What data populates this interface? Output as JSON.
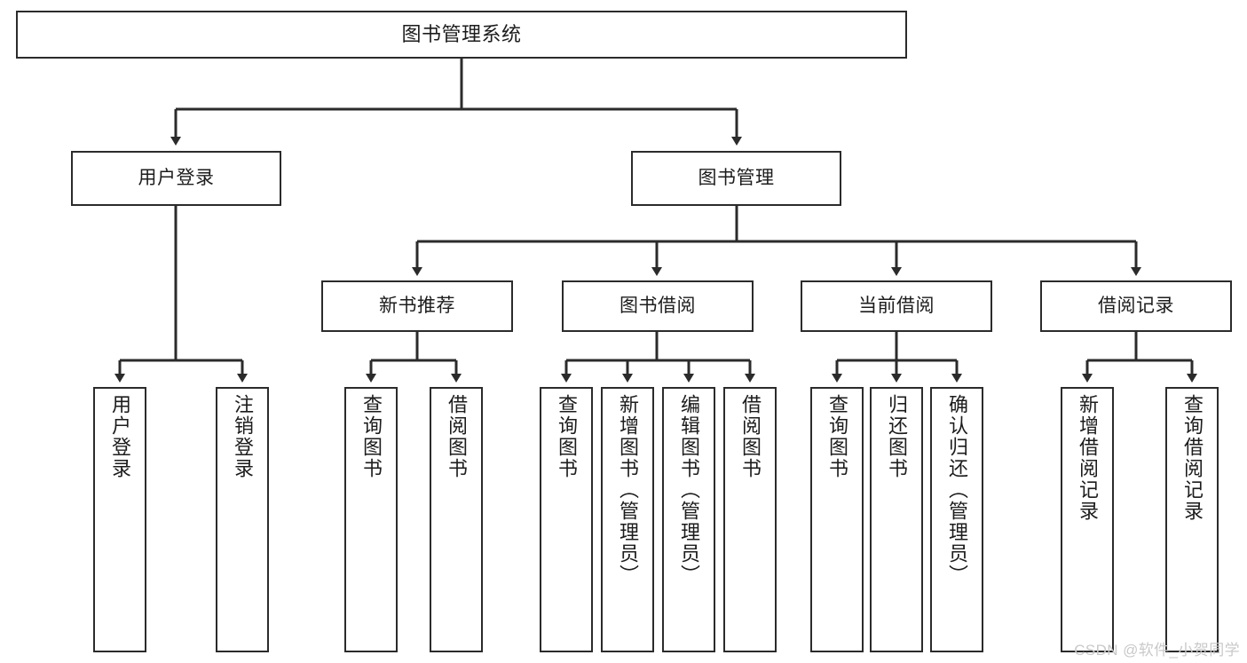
{
  "diagram": {
    "title": "图书管理系统",
    "watermark": "CSDN @软件_小贺同学",
    "line_color": "#2b2b2b",
    "box_fill": "#ffffff",
    "text_color": "#1c1c1c",
    "watermark_color": "#c9c9c9"
  },
  "nodes": {
    "root": {
      "label": "图书管理系统"
    },
    "level2": [
      {
        "label": "用户登录"
      },
      {
        "label": "图书管理"
      }
    ],
    "level3": [
      {
        "label": "新书推荐"
      },
      {
        "label": "图书借阅"
      },
      {
        "label": "当前借阅"
      },
      {
        "label": "借阅记录"
      }
    ],
    "leaves": {
      "user_login": [
        {
          "label": "用户登录"
        },
        {
          "label": "注销登录"
        }
      ],
      "new_book_recommend": [
        {
          "label": "查询图书"
        },
        {
          "label": "借阅图书"
        }
      ],
      "book_borrow": [
        {
          "label": "查询图书"
        },
        {
          "label": "新增图书（管理员）"
        },
        {
          "label": "编辑图书（管理员）"
        },
        {
          "label": "借阅图书"
        }
      ],
      "current_borrow": [
        {
          "label": "查询图书"
        },
        {
          "label": "归还图书"
        },
        {
          "label": "确认归还（管理员）"
        }
      ],
      "borrow_records": [
        {
          "label": "新增借阅记录"
        },
        {
          "label": "查询借阅记录"
        }
      ]
    }
  }
}
